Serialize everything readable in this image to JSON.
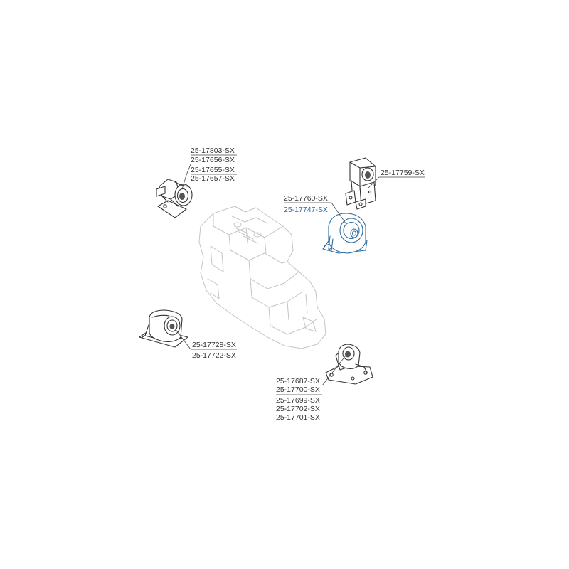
{
  "colors": {
    "ink": "#333333",
    "ghost_engine": "#c4c4c4",
    "highlight": "#2e6b9e",
    "background": "#ffffff"
  },
  "groups": {
    "front_mount": {
      "part_numbers": [
        "25-17803-SX",
        "25-17656-SX",
        "25-17655-SX",
        "25-17657-SX"
      ]
    },
    "right_mount": {
      "part_numbers": [
        "25-17759-SX"
      ]
    },
    "center_mount": {
      "part_numbers": [
        "25-17760-SX",
        "25-17747-SX"
      ],
      "highlight_index": 1
    },
    "left_mount": {
      "part_numbers": [
        "25-17728-SX",
        "25-17722-SX"
      ]
    },
    "rear_mount": {
      "part_numbers": [
        "25-17687-SX",
        "25-17700-SX",
        "25-17699-SX",
        "25-17702-SX",
        "25-17701-SX"
      ]
    }
  }
}
